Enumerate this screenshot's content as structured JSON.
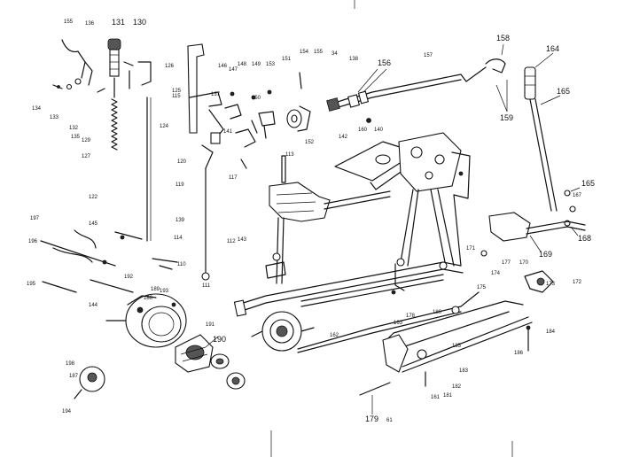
{
  "labels": {
    "l155": "155",
    "l136": "136",
    "l131": "131",
    "l130": "130",
    "l134": "134",
    "l133": "133",
    "l132": "132",
    "l129": "129",
    "l127": "127",
    "l126": "126",
    "l125": "125",
    "l124": "124",
    "l120": "120",
    "l119": "119",
    "l117": "117",
    "l148": "148",
    "l149": "149",
    "l151": "151",
    "l153": "153",
    "l154": "154",
    "l156": "156",
    "l157": "157",
    "l158": "158",
    "l159": "159",
    "l164": "164",
    "l165": "165",
    "l165b": "165",
    "l167": "167",
    "l168": "168",
    "l169": "169",
    "l170": "170",
    "l171": "171",
    "l172": "172",
    "l173": "173",
    "l174": "174",
    "l175": "175",
    "l177": "177",
    "l178": "178",
    "l179": "179",
    "l180": "180",
    "l181": "181",
    "l182": "182",
    "l183": "183",
    "l184": "184",
    "l185": "185",
    "l186": "186",
    "l187": "187",
    "l188": "188",
    "l189": "189",
    "l190": "190",
    "l191": "191",
    "l192": "192",
    "l193": "193",
    "l194": "194",
    "l195": "195",
    "l196": "196",
    "l197": "197",
    "l198": "198",
    "l145": "145",
    "l142": "142",
    "l160": "160",
    "l161": "161",
    "l162": "162",
    "l163": "163",
    "l150": "150",
    "l110": "110",
    "l111": "111",
    "l112": "112",
    "l113": "113",
    "l114": "114",
    "l115": "115",
    "l122": "122",
    "l140": "140",
    "l141": "141",
    "l143": "143",
    "l144": "144",
    "l146": "146",
    "l147": "147",
    "l152": "152",
    "l139": "139",
    "l138": "138",
    "l137": "137",
    "l135": "135",
    "l61": "61",
    "l34": "34"
  }
}
